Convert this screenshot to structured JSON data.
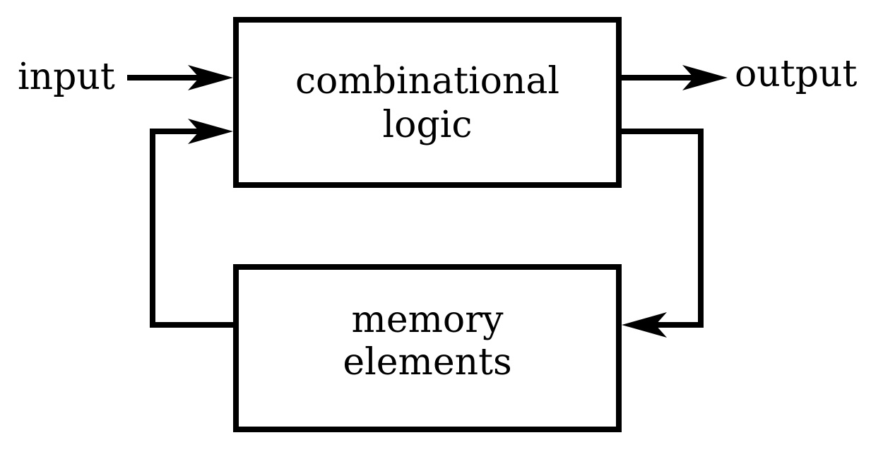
{
  "diagram": {
    "input_label": "input",
    "output_label": "output",
    "combinational_block": {
      "line1": "combinational",
      "line2": "logic"
    },
    "memory_block": {
      "line1": "memory",
      "line2": "elements"
    },
    "colors": {
      "stroke": "#000000",
      "background": "#ffffff"
    }
  }
}
